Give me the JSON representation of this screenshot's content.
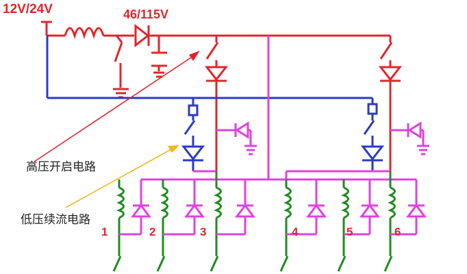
{
  "labels": {
    "supply_voltage": "12V/24V",
    "boost_voltage": "46/115V",
    "high_voltage_circuit": "高压开启电路",
    "low_voltage_circuit": "低压续流电路"
  },
  "channels": [
    "1",
    "2",
    "3",
    "4",
    "5",
    "6"
  ],
  "colors": {
    "supply_line": "#e3242b",
    "control_line": "#2a39c9",
    "bus_line": "#e040e0",
    "coil_line": "#1e8c1e",
    "pointer_high": "#e3242b",
    "pointer_low": "#f2b81c",
    "text": "#222222"
  }
}
